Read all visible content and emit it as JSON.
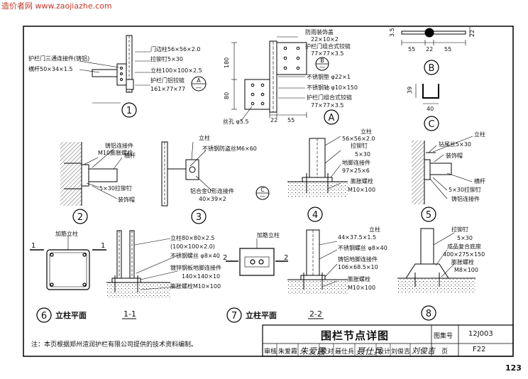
{
  "watermark": "造价者网 www.zaojiazhe.com",
  "page_number": "123",
  "note": "注：本页根据郑州渲润护栏有限公司提供的技术资料编制。",
  "title_block": {
    "title": "围栏节点详图",
    "atlas_label": "图集号",
    "atlas_no": "12J003",
    "page_label": "页",
    "page_no": "F22",
    "review_label": "审核",
    "reviewer": "朱爱霞",
    "proof_label": "校对",
    "proofer": "聂仕兵",
    "design_label": "设计",
    "designer": "刘俊吉",
    "sig_review": "朱爱霞",
    "sig_proof": "聂仕兵",
    "sig_design": "刘俊吉"
  },
  "detail1": {
    "num": "1",
    "l_tee": "护栏门三通连接件(铸铝)",
    "l_rail": "横杆50×34×1.5",
    "l_post": "门边柱56×56×2.0",
    "l_rivet": "拉铆钉5×30",
    "l_post2": "立柱100×100×2.5",
    "l_hinge": "护栏门铝铰链",
    "l_hinge_dim": "161×77×77",
    "ref_top": "A",
    "ref_bot": "—"
  },
  "detailA": {
    "num": "A",
    "l_cap": "防雨装饰盖",
    "l_cap_dim": "22×10×2",
    "l_hinge": "护栏门组合式铰链",
    "l_hinge_dim": "77×77×3.5",
    "l_gasket": "不锈钢垫 φ22×1",
    "l_shaft": "不锈钢轴 φ10×150",
    "l_hinge2": "护栏门组合式铰链",
    "l_hinge2_dim": "77×77×3.5",
    "l_hole": "丝孔 φ5.5",
    "d_180": "180",
    "d_80": "80",
    "d_22": "22",
    "d_55": "55",
    "ref_top": "B",
    "ref_bot": "—"
  },
  "detailB": {
    "num": "B",
    "d_35": "3.5",
    "d_22v": "22",
    "d_55a": "55",
    "d_22": "22",
    "d_55b": "55"
  },
  "detailC": {
    "num": "C",
    "d_39": "39",
    "d_40": "40"
  },
  "detail2": {
    "num": "2",
    "l_bolt": "M10膨胀螺栓",
    "l_conn": "铸铝连接件",
    "l_rail": "横杆",
    "l_rivet": "5×30拉铆钉",
    "l_cap": "装饰帽"
  },
  "detail3": {
    "num": "3",
    "l_post": "立柱",
    "l_screw": "不锈钢防盗丝M6×60",
    "l_u": "铝合金U形连接件",
    "l_u_dim": "40×39×2",
    "ref_top": "C",
    "ref_bot": "—"
  },
  "detail4": {
    "num": "4",
    "l_post": "立柱",
    "l_post_dim": "56×56×2.0",
    "l_rivet": "拉铆钉",
    "l_rivet_dim": "5×30",
    "l_foot": "地脚连接件",
    "l_foot_dim": "97×25×6",
    "l_bolt": "膨胀螺栓",
    "l_bolt_dim": "M10×100"
  },
  "detail5": {
    "num": "5",
    "l_post": "立柱",
    "l_drill": "钻尾丝5×30",
    "l_cap": "装饰帽",
    "l_rail": "横杆",
    "l_rivet": "5×30拉铆钉",
    "l_conn": "铸铝连接件"
  },
  "detail6": {
    "num": "6",
    "caption": "立柱平面",
    "l_reinf": "加筋立柱",
    "cut": "1",
    "section": "1-1",
    "l_post": "立柱80×80×2.5",
    "l_post2": "(100×100×2.0)",
    "l_screw": "不锈钢螺丝 φ8×40",
    "l_foot": "镀锌钢板地脚连接件",
    "l_foot_dim": "140×140×10",
    "l_bolt": "膨胀螺栓M10×100"
  },
  "detail7": {
    "num": "7",
    "caption": "立柱平面",
    "l_reinf": "加筋立柱",
    "cut": "2",
    "section": "2-2",
    "l_post": "立柱",
    "l_post_dim": "44×37.5×1.5",
    "l_screw": "不锈钢螺丝 φ8×40",
    "l_foot": "铸铝地脚连接件",
    "l_foot_dim": "106×68.5×10",
    "l_bolt": "膨胀螺栓",
    "l_bolt_dim": "M10×100"
  },
  "detail8": {
    "num": "8",
    "l_rivet": "拉铆钉",
    "l_rivet_dim": "5×30",
    "l_base": "成品复合底座",
    "l_base_dim": "400×275×150",
    "l_bolt": "膨胀螺栓",
    "l_bolt_dim": "M8×100"
  }
}
